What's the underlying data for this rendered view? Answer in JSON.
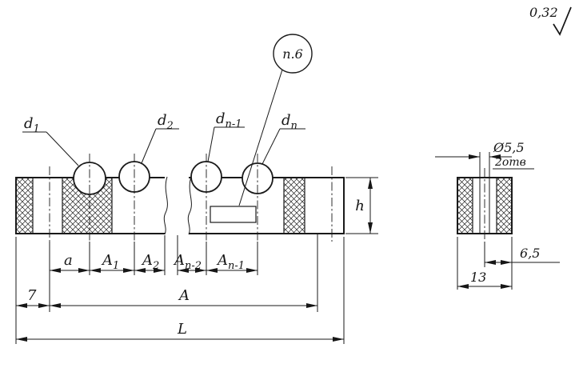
{
  "finish": {
    "value": "0,32"
  },
  "callout": {
    "label": "п.6"
  },
  "main": {
    "hole_labels": [
      {
        "base": "d",
        "sub": "1"
      },
      {
        "base": "d",
        "sub": "2"
      },
      {
        "base": "d",
        "sub": "п-1"
      },
      {
        "base": "d",
        "sub": "п"
      }
    ],
    "row1": [
      {
        "base": "a",
        "sub": ""
      },
      {
        "base": "A",
        "sub": "1"
      },
      {
        "base": "A",
        "sub": "2"
      },
      {
        "base": "A",
        "sub": "п-2"
      },
      {
        "base": "A",
        "sub": "п-1"
      }
    ],
    "dim_7": "7",
    "dim_A": "A",
    "dim_L": "L",
    "dim_h": "h"
  },
  "section": {
    "dia": "Ø5,5",
    "holes": "2отв",
    "dim_6_5": "6,5",
    "dim_13": "13"
  }
}
